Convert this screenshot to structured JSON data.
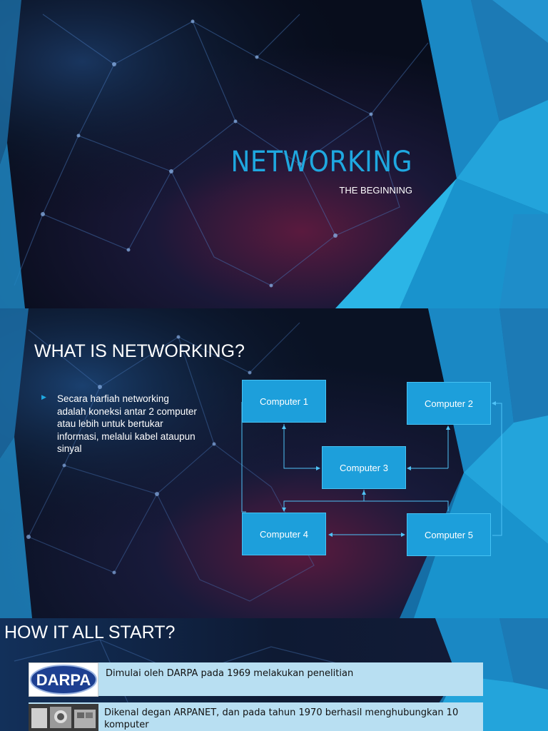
{
  "slides": [
    {
      "title": "NETWORKING",
      "subtitle": "THE BEGINNING"
    },
    {
      "title": "WHAT IS NETWORKING?",
      "bullet": "Secara harfiah networking adalah koneksi antar 2 computer atau lebih untuk bertukar informasi, melalui kabel ataupun sinyal",
      "diagram": {
        "nodes": [
          "Computer 1",
          "Computer 2",
          "Computer 3",
          "Computer 4",
          "Computer 5"
        ]
      }
    },
    {
      "title": "HOW IT ALL START?",
      "rows": [
        {
          "logo": "DARPA",
          "text": "Dimulai oleh DARPA pada 1969 melakukan penelitian"
        },
        {
          "logo": "arpanet-photo",
          "text": "Dikenal degan ARPANET, dan pada tahun 1970 berhasil menghubungkan 10 komputer"
        }
      ]
    }
  ],
  "colors": {
    "accent": "#1fa8e0",
    "box": "#1d9fdb",
    "panel": "#b8dff2",
    "background": "#0c1a33"
  }
}
